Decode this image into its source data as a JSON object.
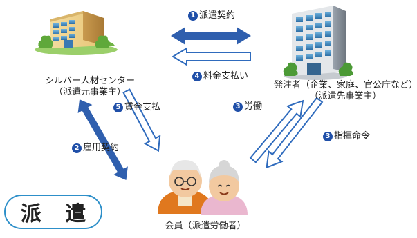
{
  "diagram": {
    "mode_title": "派 遣",
    "nodes": {
      "silver_center": {
        "name": "シルバー人材センター",
        "role": "（派遣元事業主）"
      },
      "client": {
        "name": "発注者（企業、家庭、官公庁など）",
        "role": "（派遣先事業主）"
      },
      "member": {
        "name": "会員（派遣労働者）"
      }
    },
    "relations": [
      {
        "number": "1",
        "text": "派遣契約"
      },
      {
        "number": "4",
        "text": "料金支払い"
      },
      {
        "number": "5",
        "text": "賃金支払"
      },
      {
        "number": "2",
        "text": "雇用契約"
      },
      {
        "number": "3",
        "text": "労働"
      },
      {
        "number": "3",
        "text": "指揮命令"
      }
    ]
  },
  "colors": {
    "solid_arrow": "#2f5fae",
    "outline_arrow": "#2f6bbd",
    "accent": "#1f4fa8",
    "badge_border": "#2d8fc9"
  },
  "icons": [
    "office-building-icon",
    "tall-building-icon",
    "elderly-couple-icon"
  ]
}
